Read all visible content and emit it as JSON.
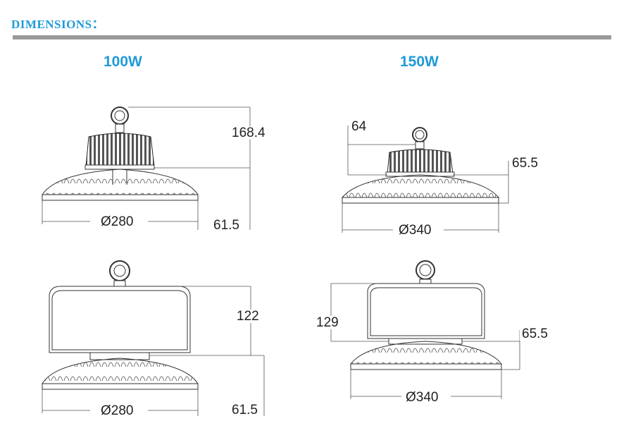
{
  "title": "DIMENSIONS：",
  "sections": [
    {
      "label": "100W"
    },
    {
      "label": "150W"
    }
  ],
  "dims_100w_top": {
    "height": "168.4",
    "diameter": "Ø280",
    "base": "61.5"
  },
  "dims_100w_bottom": {
    "height": "122",
    "diameter": "Ø280",
    "base": "61.5"
  },
  "dims_150w_top": {
    "ring": "64",
    "height": "65.5",
    "diameter": "Ø340"
  },
  "dims_150w_bottom": {
    "height": "129",
    "base": "65.5",
    "diameter": "Ø340"
  },
  "colors": {
    "accent": "#1f9ad8",
    "rule": "#9a9a9a",
    "line": "#333333"
  }
}
